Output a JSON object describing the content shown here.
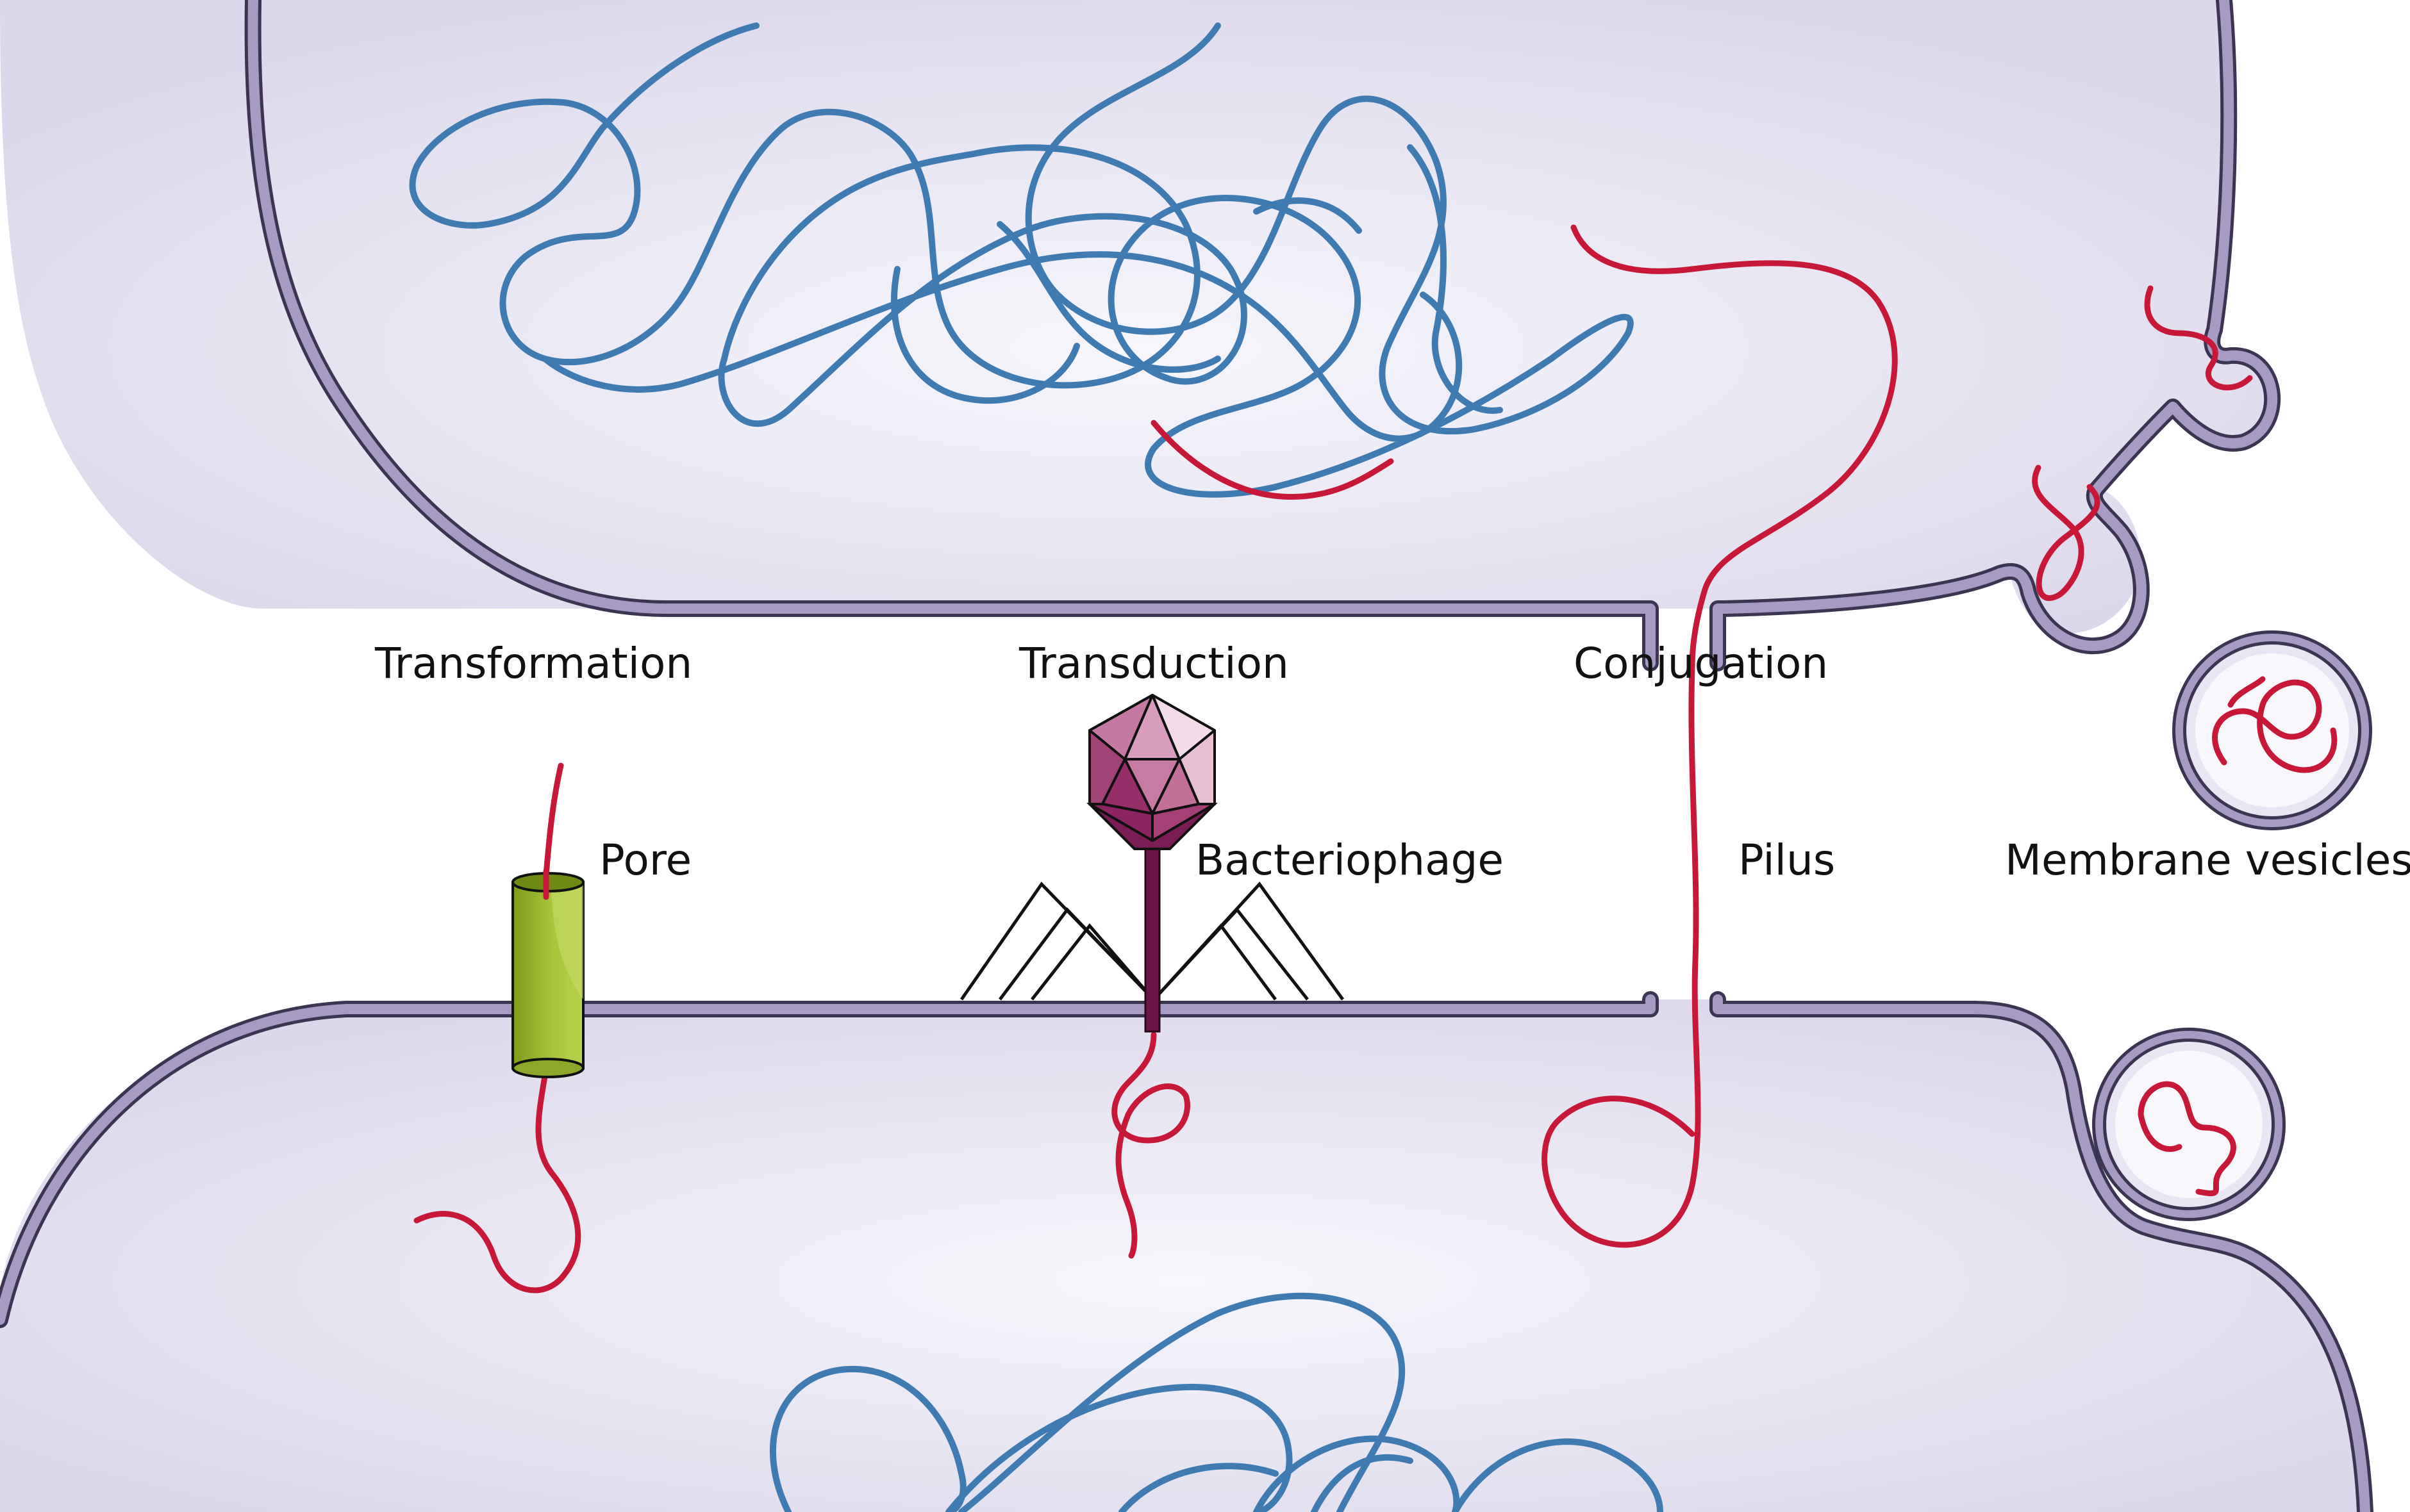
{
  "labels": {
    "transformation": "Transformation",
    "transduction": "Transduction",
    "conjugation": "Conjugation",
    "pore": "Pore",
    "bacteriophage": "Bacteriophage",
    "pilus": "Pilus",
    "membrane_vesicles": "Membrane vesicles"
  },
  "colors": {
    "cell_fill": "#e8e6f2",
    "cell_fill_center": "#f6f5fb",
    "membrane_outline": "#3a3550",
    "membrane": "#a79bc4",
    "chromosomal_dna": "#3f7bb0",
    "transferred_dna": "#c8183a",
    "pore": "#9cb82b",
    "phage": "#a8497f",
    "phage_tail": "#6d1448"
  },
  "icons": {
    "pore": "cylinder-pore-icon",
    "phage": "icosahedral-bacteriophage-icon",
    "vesicle": "membrane-vesicle-icon"
  }
}
